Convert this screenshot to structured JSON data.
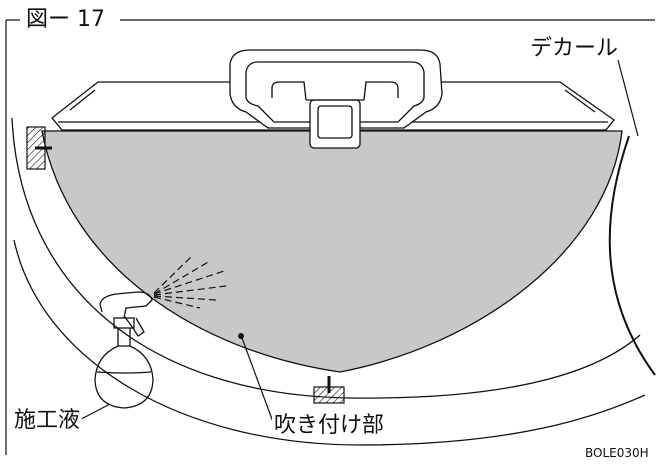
{
  "figure": {
    "title": "図ー 17",
    "code": "BOLE030H",
    "labels": {
      "decal": "デカール",
      "application_fluid": "施工液",
      "spray_area": "吹き付け部"
    }
  },
  "colors": {
    "line": "#111111",
    "spray_area_fill": "#c8c8c8",
    "background": "#ffffff"
  }
}
